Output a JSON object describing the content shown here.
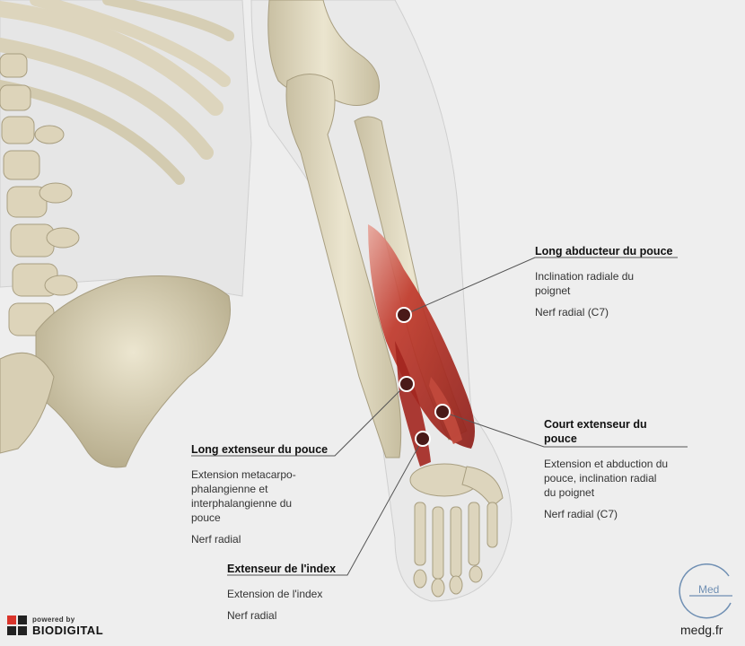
{
  "labels": {
    "apl": {
      "title": "Long abducteur du pouce",
      "description": "Inclination radiale du\npoignet",
      "nerve": "Nerf radial (C7)"
    },
    "epb": {
      "title": "Court extenseur du\npouce",
      "description": "Extension et abduction du\npouce, inclination radial\ndu poignet",
      "nerve": "Nerf radial (C7)"
    },
    "epl": {
      "title": "Long extenseur du pouce",
      "description": "Extension metacarpo-\nphalangienne et\ninterphalangienne du\npouce",
      "nerve": "Nerf radial"
    },
    "eip": {
      "title": "Extenseur de l'index",
      "description": "Extension de l'index",
      "nerve": "Nerf radial"
    }
  },
  "branding": {
    "powered_by": "powered by",
    "brand": "BIODIGITAL",
    "medg_logo_text": "Med",
    "medg_url": "medg.fr"
  },
  "colors": {
    "muscle": "#b8302a",
    "bone": "#e3dcc4",
    "background": "#eeeeee",
    "brand_red": "#d9342b"
  }
}
